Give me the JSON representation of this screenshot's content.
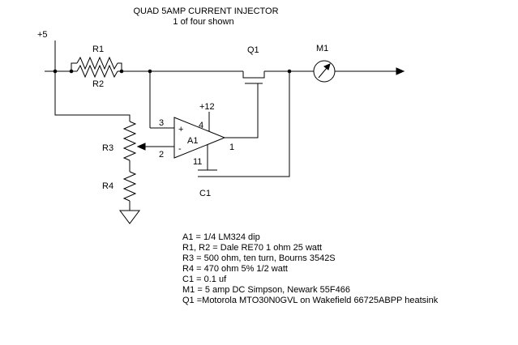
{
  "title": {
    "line1": "QUAD 5AMP CURRENT INJECTOR",
    "line2": "1 of four shown"
  },
  "labels": {
    "supply": "+5",
    "r1": "R1",
    "r2": "R2",
    "r3": "R3",
    "r4": "R4",
    "q1": "Q1",
    "m1": "M1",
    "a1": "A1",
    "c1": "C1",
    "vplus": "+12",
    "pin1": "1",
    "pin2": "2",
    "pin3": "3",
    "pin4": "4",
    "pin11": "11",
    "plus": "+",
    "minus": "-"
  },
  "parts_list": [
    "A1 = 1/4 LM324 dip",
    "R1, R2 = Dale RE70  1 ohm 25 watt",
    "R3 = 500 ohm,  ten turn, Bourns 3542S",
    "R4 = 470 ohm 5% 1/2 watt",
    "C1 = 0.1 uf",
    "M1 = 5 amp DC Simpson,  Newark 55F466",
    "Q1 =Motorola MTO30N0GVL on Wakefield 66725ABPP heatsink"
  ],
  "colors": {
    "ink": "#000000",
    "background": "#ffffff"
  }
}
